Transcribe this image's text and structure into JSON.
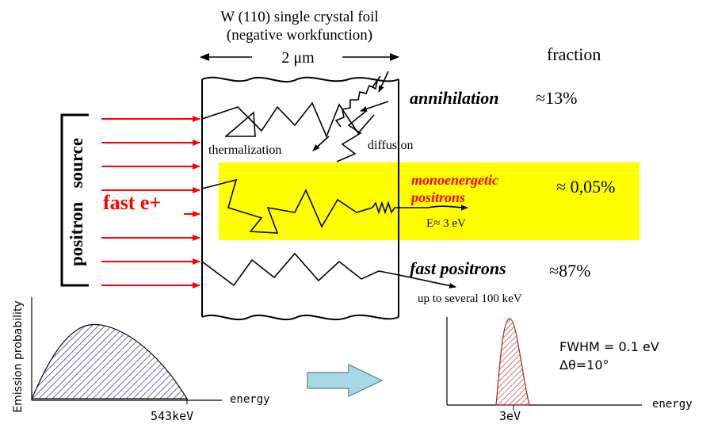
{
  "header": {
    "foil_title": "W (110) single crystal foil",
    "foil_subtitle": "(negative workfunction)",
    "thickness": "2 μm",
    "fraction_heading": "fraction"
  },
  "source": {
    "label": "positron   source",
    "beam_label": "fast e+"
  },
  "process_labels": {
    "thermalization": "thermalization",
    "diffusion": "diffusion"
  },
  "outcomes": [
    {
      "name": "annihilation",
      "fraction": "≈13%"
    },
    {
      "name": "monoenergetic",
      "name2": "positrons",
      "fraction": "≈ 0,05%",
      "energy": "E≈ 3 eV"
    },
    {
      "name": "fast positrons",
      "fraction": "≈87%",
      "note": "up to several 100 keV"
    }
  ],
  "input_spectrum": {
    "ylabel": "Emission probability",
    "xlabel": "energy",
    "endpoint": "543keV"
  },
  "output_spectrum": {
    "xlabel": "energy",
    "peak": "3eV",
    "fwhm": "FWHM = 0.1 eV",
    "angle": "Δθ=10°"
  },
  "colors": {
    "beam": "#ff0000",
    "highlight": "#ffff00",
    "mono_text": "#ff0000",
    "input_hatch": "#2a2a8a",
    "output_hatch": "#b02020",
    "transfer_arrow": "#a8d8e8"
  }
}
